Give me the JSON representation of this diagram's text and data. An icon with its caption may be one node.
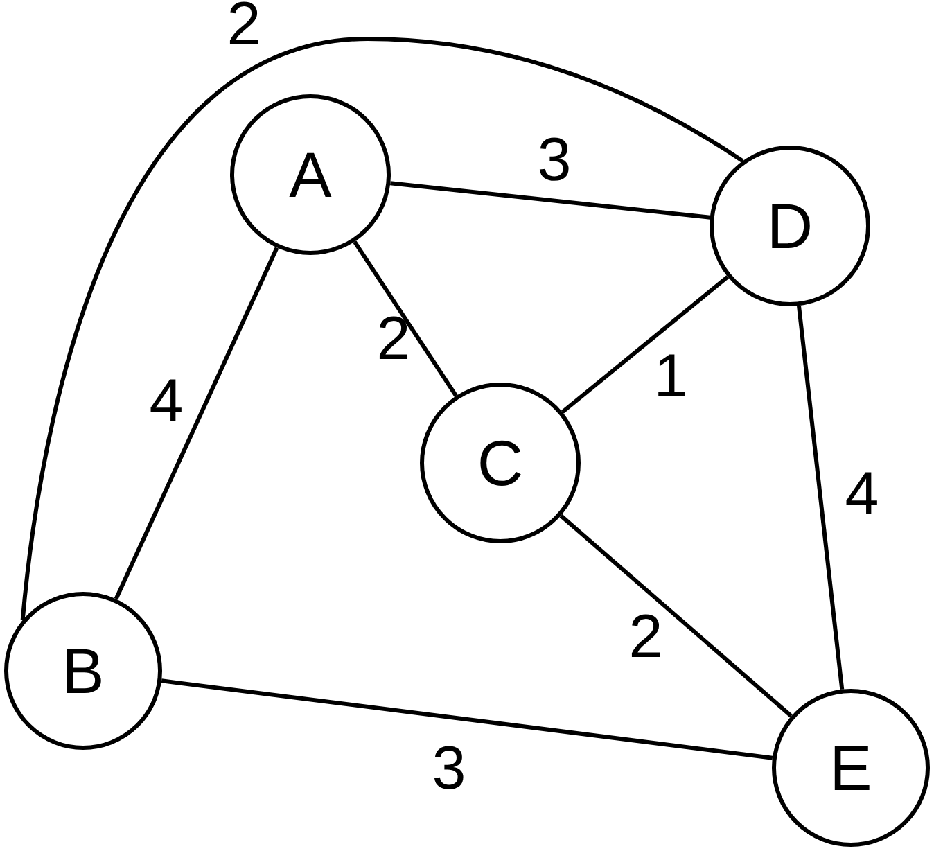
{
  "diagram": {
    "nodes": [
      {
        "text": [
          "A"
        ]
      },
      {
        "text": [
          "D"
        ]
      },
      {
        "text": [
          "C"
        ]
      },
      {
        "text": [
          "B"
        ]
      },
      {
        "text": [
          "E"
        ]
      }
    ],
    "edges": [
      {
        "from": 3,
        "to": 1,
        "arrow": "none",
        "label": "2"
      },
      {
        "from": 0,
        "to": 1,
        "arrow": "none",
        "label": "3"
      },
      {
        "from": 0,
        "to": 2,
        "arrow": "none",
        "label": "2"
      },
      {
        "from": 0,
        "to": 3,
        "arrow": "none",
        "label": "4"
      },
      {
        "from": 2,
        "to": 1,
        "arrow": "none",
        "label": "1"
      },
      {
        "from": 1,
        "to": 4,
        "arrow": "none",
        "label": "4"
      },
      {
        "from": 2,
        "to": 4,
        "arrow": "none",
        "label": "2"
      },
      {
        "from": 3,
        "to": 4,
        "arrow": "none",
        "label": "3"
      }
    ]
  }
}
